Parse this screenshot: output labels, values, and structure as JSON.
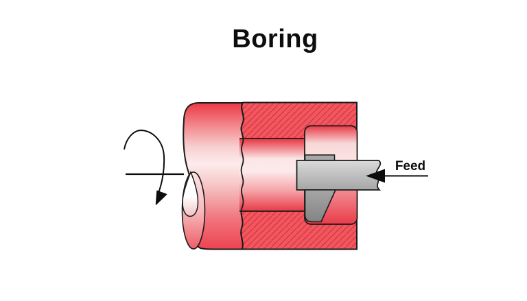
{
  "title": "Boring",
  "labels": {
    "feed": "Feed"
  },
  "diagram": {
    "description": "Cross-section of a red cylindrical workpiece rotating about its axis while a gray boring bar with cutting tool enlarges the bore, fed in from the right",
    "icons": [
      {
        "name": "rotation-arrow-icon",
        "meaning": "workpiece rotation direction"
      },
      {
        "name": "feed-arrowhead-icon",
        "meaning": "tool feed direction (leftward)"
      }
    ],
    "colors": {
      "workpiece_red": "#ee4450",
      "workpiece_highlight": "#fdecec",
      "hatch_base": "#f0575f",
      "hatch_line": "#d8333f",
      "bar_gray": "#c2c2c2",
      "insert_gray": "#8f8f8f",
      "outline": "#1a1a1a",
      "background": "#ffffff"
    }
  }
}
